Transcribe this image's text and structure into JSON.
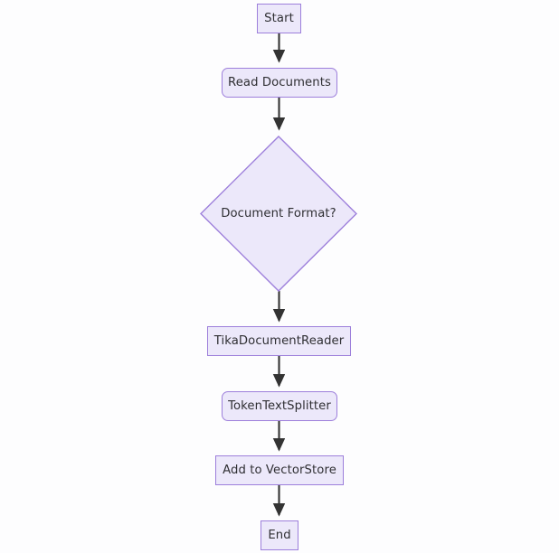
{
  "diagram": {
    "type": "flowchart",
    "direction": "top-to-bottom",
    "title": "",
    "background_color": "#fdfdfe",
    "node_fill_color": "#ece8fa",
    "node_border_color": "#9d7fdb",
    "node_text_color": "#2f2f33",
    "edge_color": "#333333",
    "nodes": [
      {
        "id": "start",
        "label": "Start",
        "shape": "rectangle"
      },
      {
        "id": "read_documents",
        "label": "Read Documents",
        "shape": "rounded-rectangle"
      },
      {
        "id": "document_format",
        "label": "Document Format?",
        "shape": "diamond"
      },
      {
        "id": "tika_document_reader",
        "label": "TikaDocumentReader",
        "shape": "rectangle"
      },
      {
        "id": "token_text_splitter",
        "label": "TokenTextSplitter",
        "shape": "rounded-rectangle"
      },
      {
        "id": "add_to_vectorstore",
        "label": "Add to VectorStore",
        "shape": "rectangle"
      },
      {
        "id": "end",
        "label": "End",
        "shape": "rectangle"
      }
    ],
    "edges": [
      {
        "from": "start",
        "to": "read_documents",
        "label": ""
      },
      {
        "from": "read_documents",
        "to": "document_format",
        "label": ""
      },
      {
        "from": "document_format",
        "to": "tika_document_reader",
        "label": ""
      },
      {
        "from": "tika_document_reader",
        "to": "token_text_splitter",
        "label": ""
      },
      {
        "from": "token_text_splitter",
        "to": "add_to_vectorstore",
        "label": ""
      },
      {
        "from": "add_to_vectorstore",
        "to": "end",
        "label": ""
      }
    ]
  }
}
